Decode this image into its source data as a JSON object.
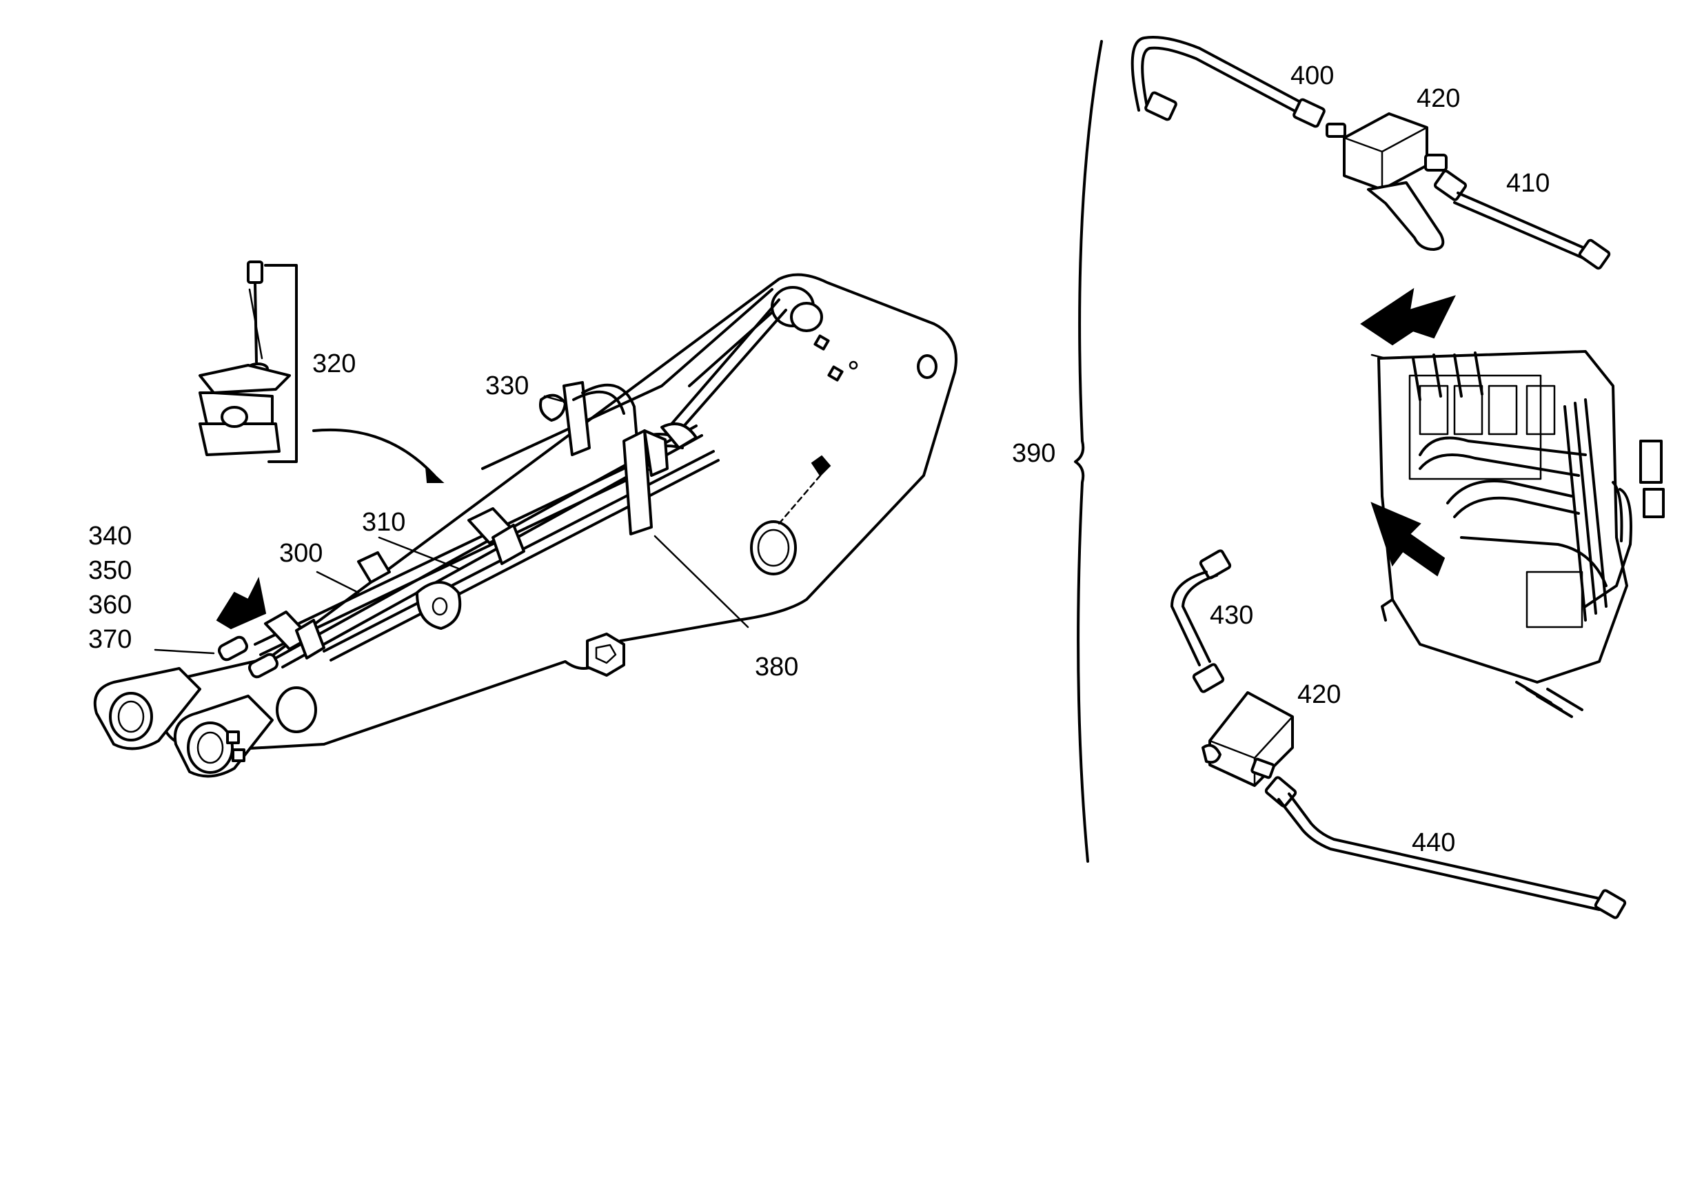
{
  "diagram": {
    "callouts": {
      "c300": "300",
      "c310": "310",
      "c320": "320",
      "c330": "330",
      "c340": "340",
      "c350": "350",
      "c360": "360",
      "c370": "370",
      "c380": "380",
      "c390": "390",
      "c400": "400",
      "c410": "410",
      "c420a": "420",
      "c420b": "420",
      "c430": "430",
      "c440": "440"
    }
  }
}
